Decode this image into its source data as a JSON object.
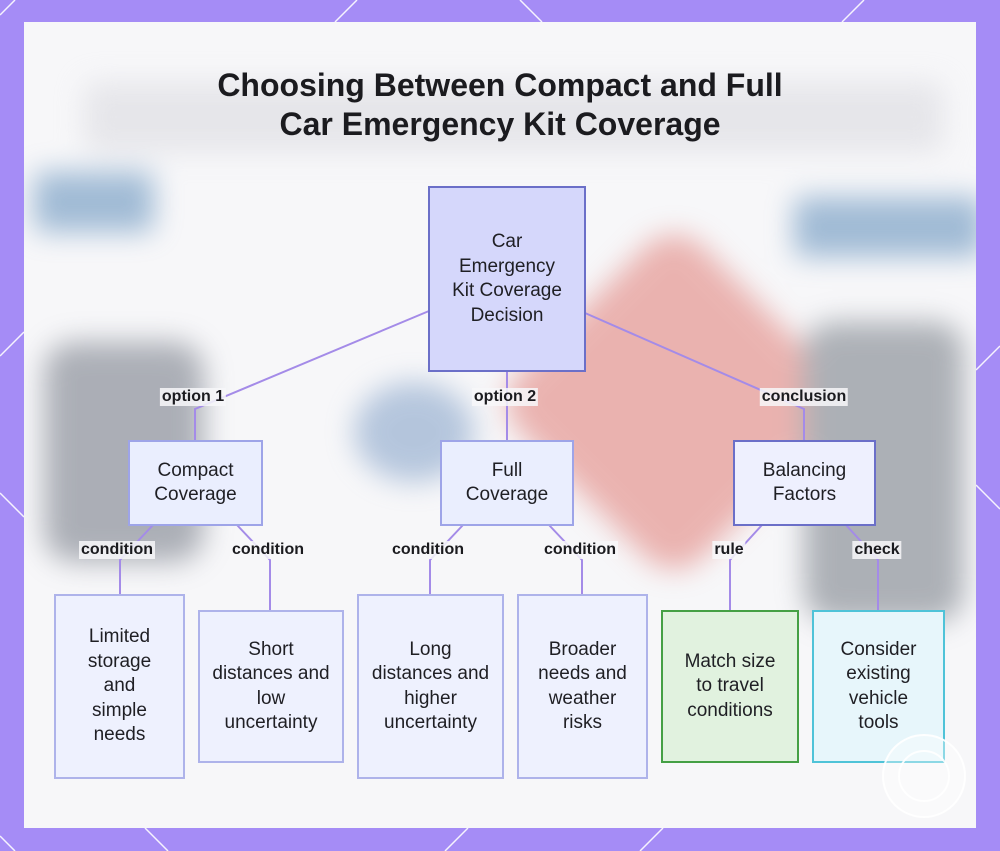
{
  "title": {
    "line1": "Choosing Between Compact and Full",
    "line2": "Car Emergency Kit Coverage"
  },
  "nodes": {
    "root": "Car Emergency Kit Coverage Decision",
    "compact": "Compact Coverage",
    "full": "Full Coverage",
    "balancing": "Balancing Factors",
    "limited_storage": "Limited storage and simple needs",
    "short_distances": "Short distances and low uncertainty",
    "long_distances": "Long distances and higher uncertainty",
    "broader_needs": "Broader needs and weather risks",
    "match_size": "Match size to travel conditions",
    "consider_tools": "Consider existing vehicle tools"
  },
  "edge_labels": {
    "option1": "option 1",
    "option2": "option 2",
    "conclusion": "conclusion",
    "condition_a": "condition",
    "condition_b": "condition",
    "condition_c": "condition",
    "condition_d": "condition",
    "rule": "rule",
    "check": "check"
  },
  "colors": {
    "frame": "#a58cf6",
    "edge": "#a48be8",
    "root_fill": "#d5d7fb",
    "rule_border": "#45a045",
    "check_border": "#4fc3d8"
  }
}
